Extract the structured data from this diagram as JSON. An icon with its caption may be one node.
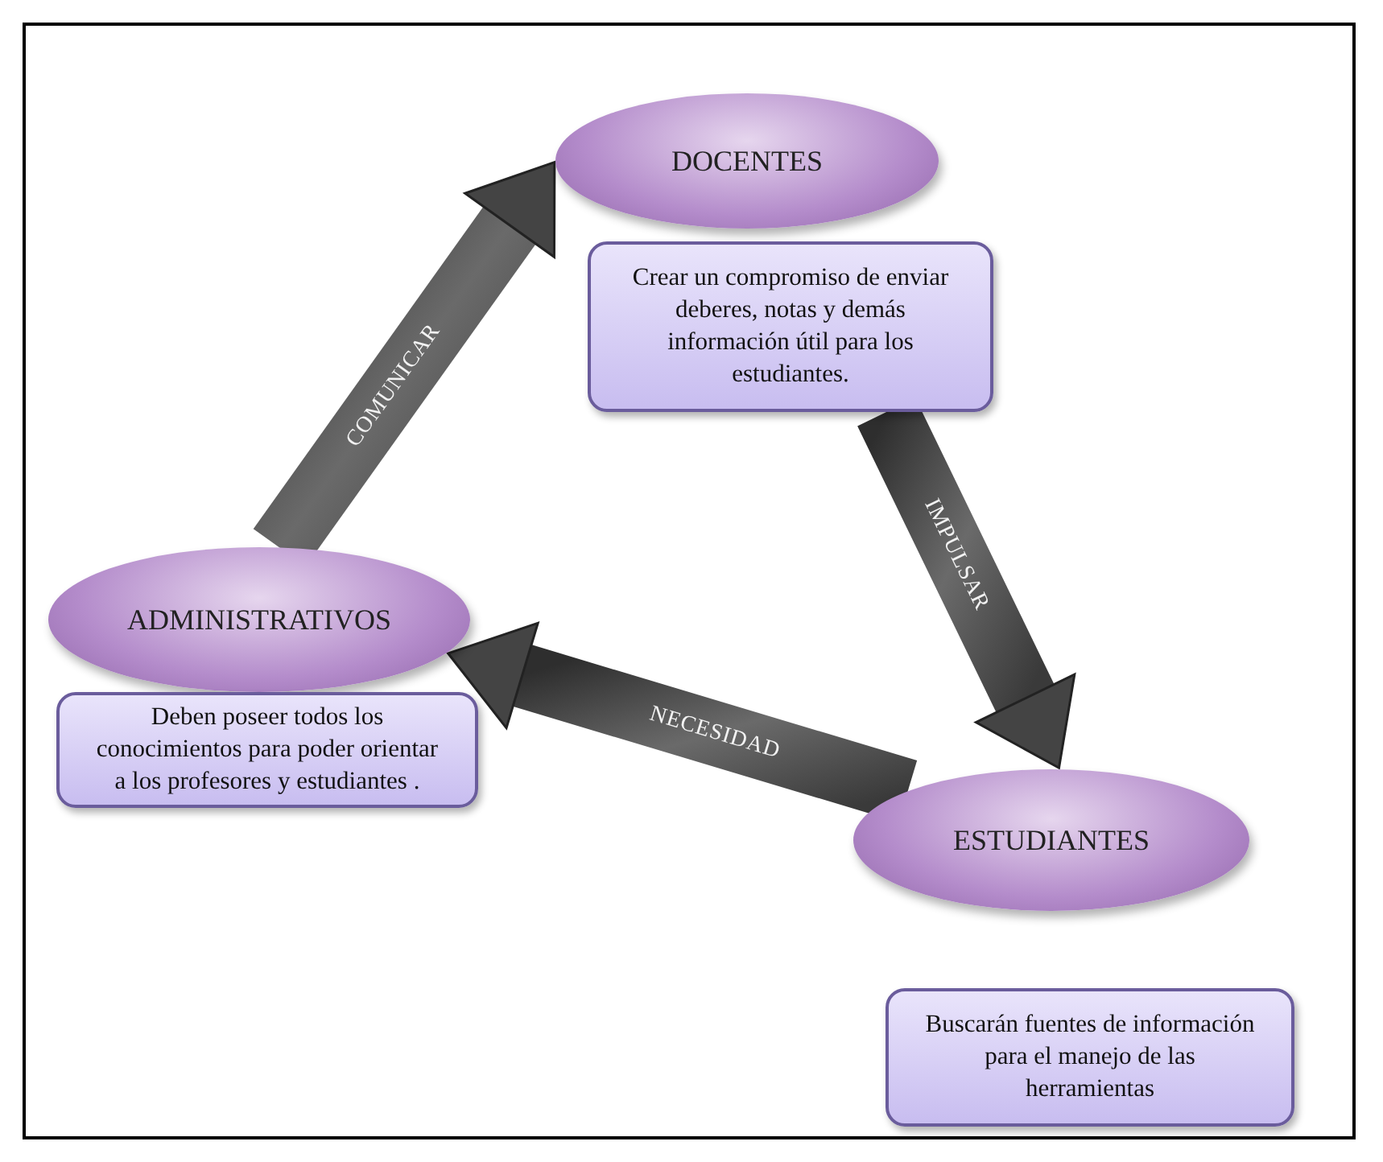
{
  "diagram": {
    "nodes": [
      {
        "text": [
          "DOCENTES"
        ]
      },
      {
        "text": [
          "Crear un compromiso de enviar deberes, notas y demás información útil para los estudiantes."
        ]
      },
      {
        "text": [
          "ADMINISTRATIVOS"
        ]
      },
      {
        "text": [
          "Deben poseer todos los conocimientos para poder orientar a los profesores y estudiantes ."
        ]
      },
      {
        "text": [
          "ESTUDIANTES"
        ]
      },
      {
        "text": [
          "Buscarán fuentes de información para el manejo de las herramientas"
        ]
      }
    ],
    "edges": [
      {
        "from": 2,
        "to": 0,
        "arrow": "to",
        "label": "COMUNICAR",
        "style": "thick"
      },
      {
        "from": 1,
        "to": 4,
        "arrow": "to",
        "label": "IMPULSAR",
        "style": "thick"
      },
      {
        "from": 4,
        "to": 2,
        "arrow": "to",
        "label": "NECESIDAD",
        "style": "thick"
      }
    ]
  }
}
